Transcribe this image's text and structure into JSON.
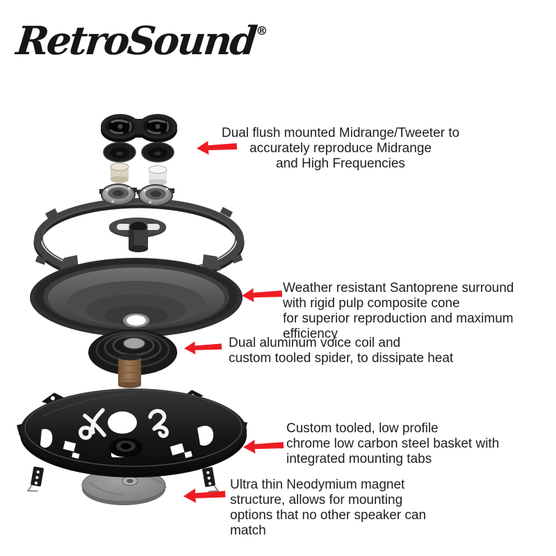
{
  "logo": {
    "text": "RetroSound",
    "registered": "®"
  },
  "colors": {
    "arrow_red": "#ed1c24",
    "text": "#1d1d1d",
    "background": "#ffffff",
    "part_black": "#1a1a1a",
    "part_gray": "#8e8e8e",
    "voice_coil_copper": "#8a6543"
  },
  "diagram": {
    "type": "exploded-view-speaker",
    "parts": [
      "tweeter-grille",
      "midrange-diaphragms",
      "tweeter-magnet-slugs",
      "tweeter-cups",
      "trim-ring",
      "mounting-bracket",
      "speaker-cone",
      "spider",
      "voice-coil",
      "steel-basket",
      "neodymium-magnet",
      "terminal-tabs"
    ]
  },
  "annotations": [
    {
      "id": "midrange-tweeter",
      "align": "center",
      "lines": [
        "Dual flush mounted Midrange/Tweeter to",
        "accurately reproduce Midrange",
        "and High Frequencies"
      ]
    },
    {
      "id": "surround-cone",
      "align": "left",
      "lines": [
        "Weather resistant Santoprene surround",
        "with rigid pulp composite  cone",
        "for superior reproduction and maximum efficiency"
      ]
    },
    {
      "id": "voice-coil-spider",
      "align": "left",
      "lines": [
        "Dual aluminum voice coil and",
        "custom tooled spider, to dissipate heat"
      ]
    },
    {
      "id": "steel-basket",
      "align": "left",
      "lines": [
        "Custom tooled, low profile",
        "chrome low carbon steel basket with",
        "integrated mounting tabs"
      ]
    },
    {
      "id": "neodymium-magnet",
      "align": "left",
      "lines": [
        "Ultra thin Neodymium magnet",
        "structure, allows for mounting",
        "options that no other speaker can",
        "match"
      ]
    }
  ]
}
